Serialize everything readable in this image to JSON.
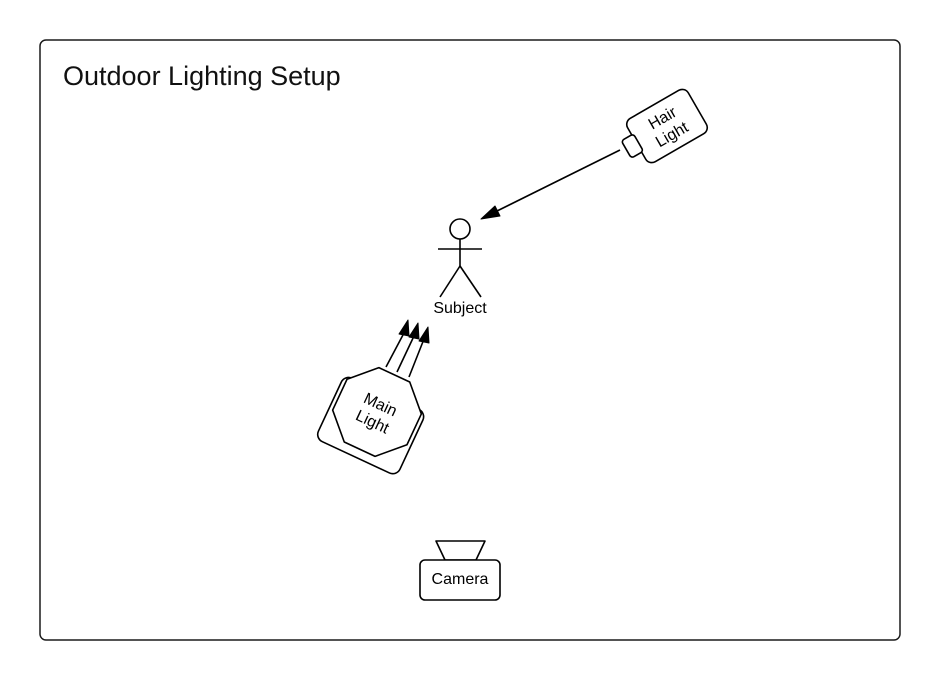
{
  "diagram": {
    "title": "Outdoor Lighting Setup",
    "subject": {
      "label": "Subject",
      "icon": "stick-figure-icon"
    },
    "hair_light": {
      "line1": "Hair",
      "line2": "Light",
      "icon": "light-box-icon"
    },
    "main_light": {
      "line1": "Main",
      "line2": "Light",
      "icon": "softbox-icon"
    },
    "camera": {
      "label": "Camera",
      "icon": "camera-icon"
    },
    "colors": {
      "stroke": "#000000",
      "background": "#ffffff"
    }
  }
}
